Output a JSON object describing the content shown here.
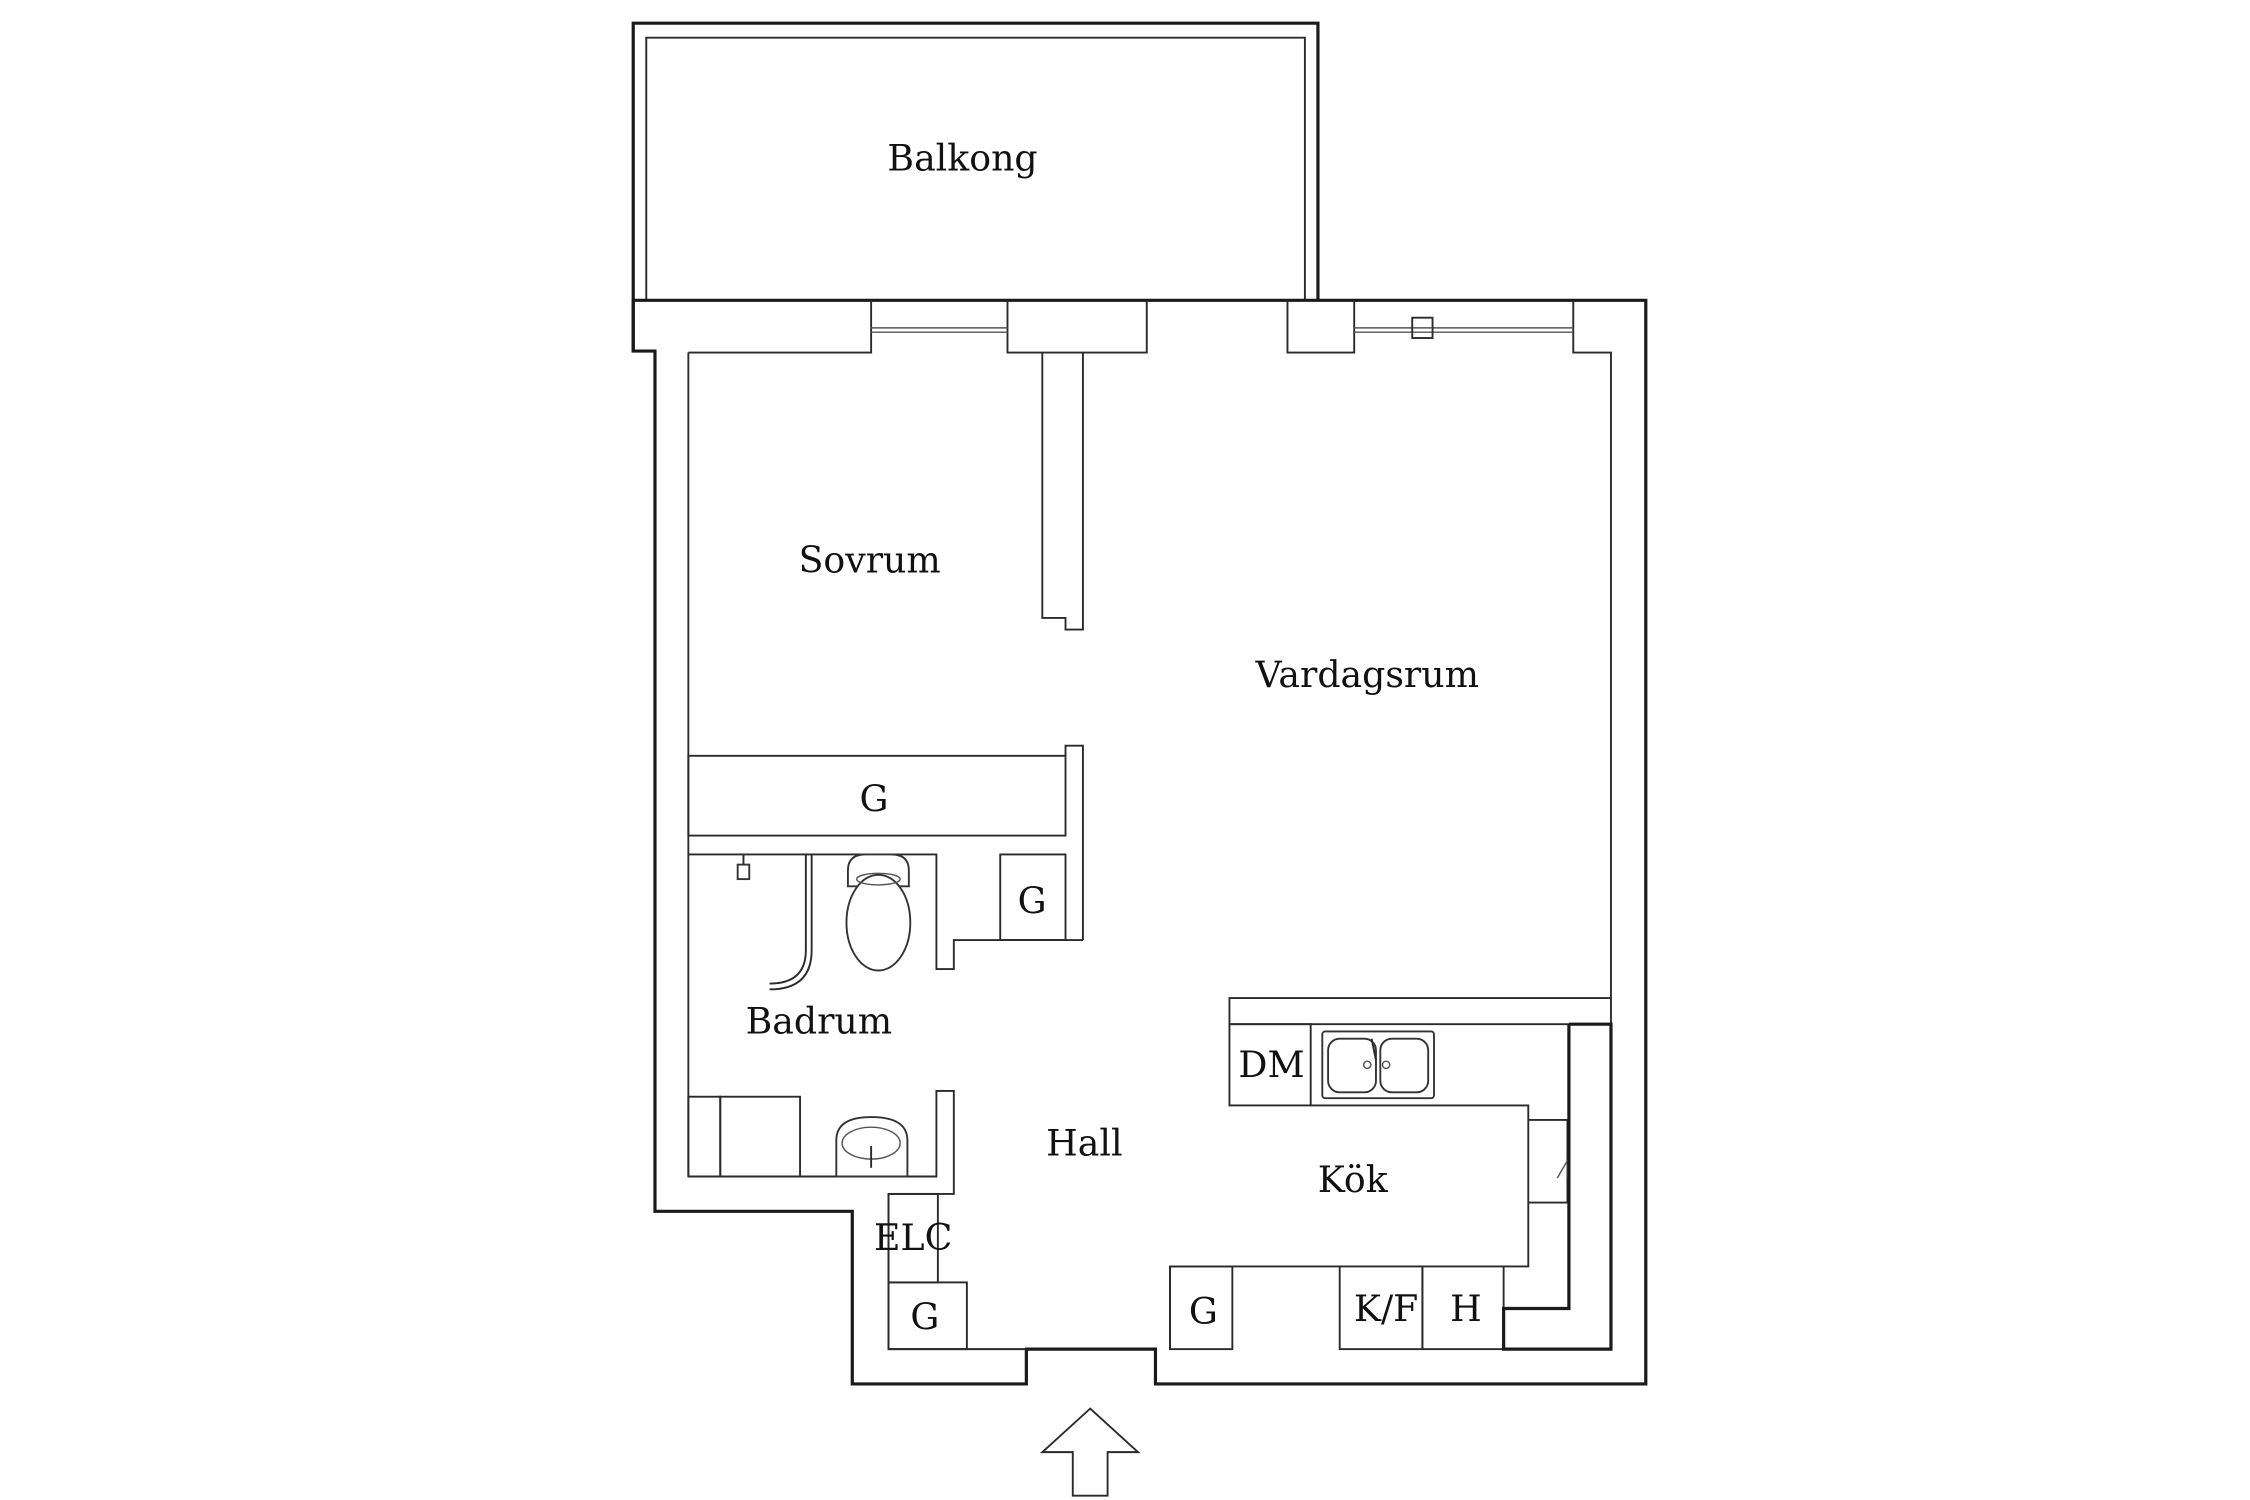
{
  "rooms": {
    "balkong": "Balkong",
    "sovrum": "Sovrum",
    "vardagsrum": "Vardagsrum",
    "badrum": "Badrum",
    "hall": "Hall",
    "kok": "Kök"
  },
  "fixtures": {
    "garderob_sovrum": "G",
    "garderob_small": "G",
    "garderob_hall": "G",
    "garderob_kok": "G",
    "dishwasher": "DM",
    "elcentral": "ELC",
    "fridge_freezer": "K/F",
    "hob": "H"
  },
  "icons": {
    "entrance": "entrance-arrow-icon",
    "sink": "kitchen-sink-icon",
    "toilet": "toilet-icon",
    "washbasin": "washbasin-icon",
    "shower": "shower-icon"
  },
  "colors": {
    "line": "#1a1a1a",
    "background": "#ffffff"
  }
}
